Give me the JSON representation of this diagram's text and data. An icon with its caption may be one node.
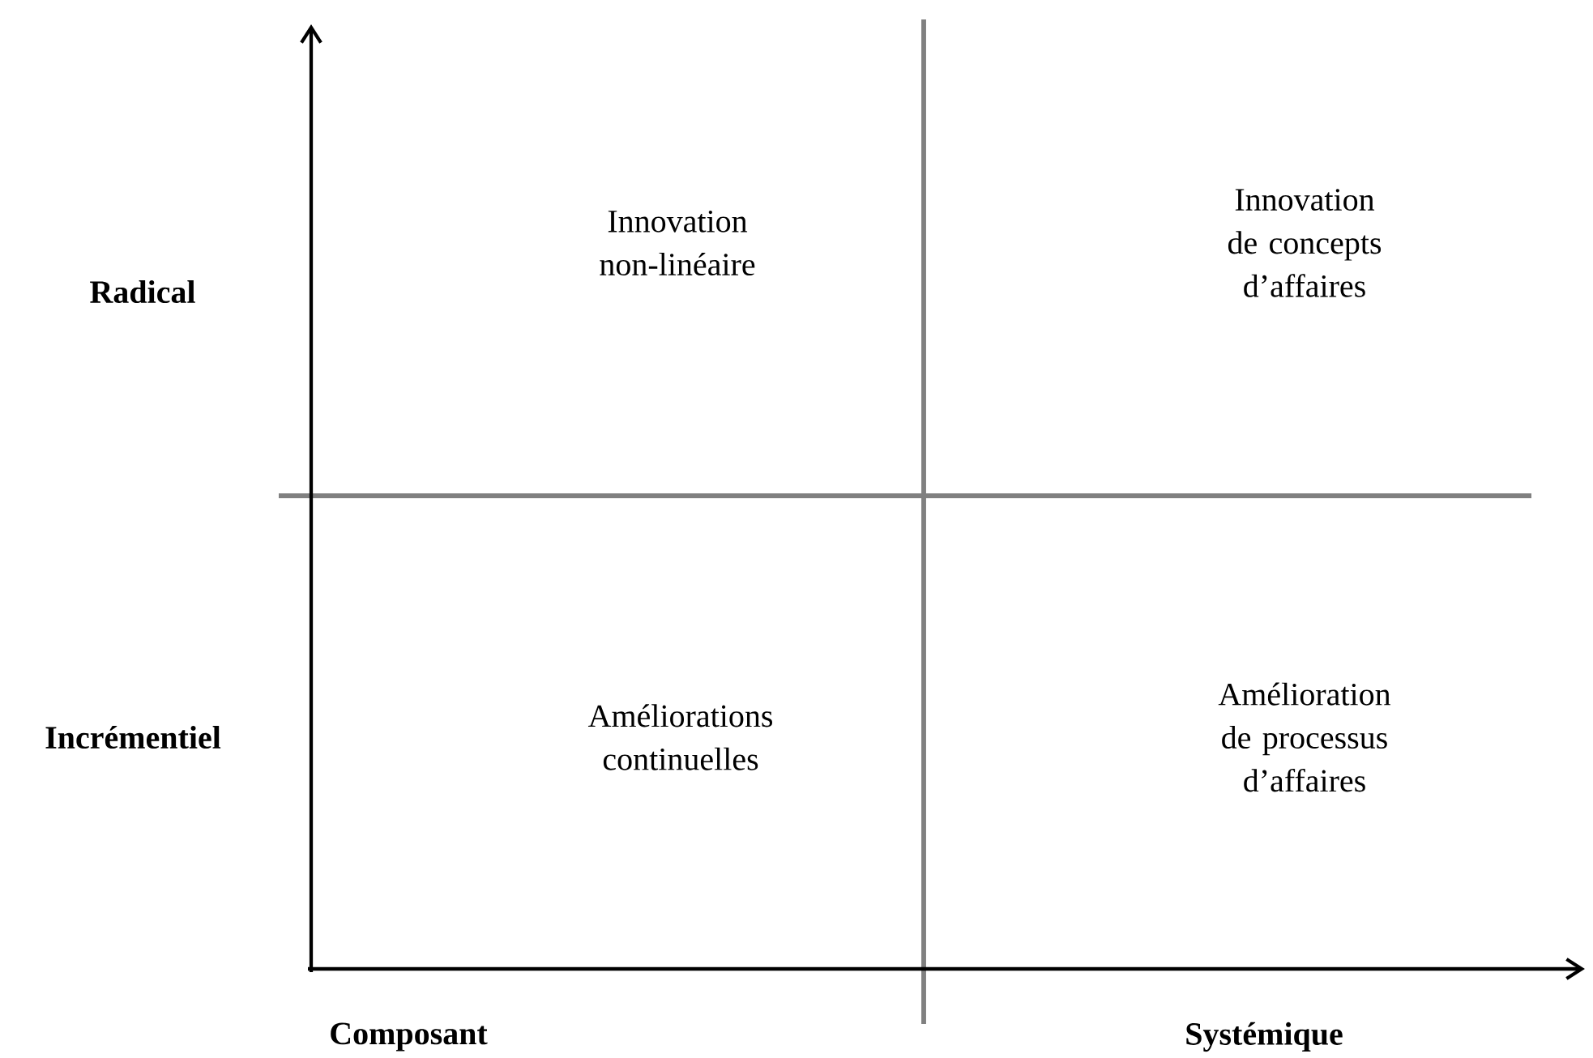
{
  "diagram": {
    "labels": [
      "Radical",
      "Innovation non-linéaire",
      "Innovation de concepts d’affaires",
      "Incrémentiel",
      "Améliorations continuelles",
      "Amélioration de processus d’affaires",
      "Composant",
      "Systémique"
    ]
  }
}
